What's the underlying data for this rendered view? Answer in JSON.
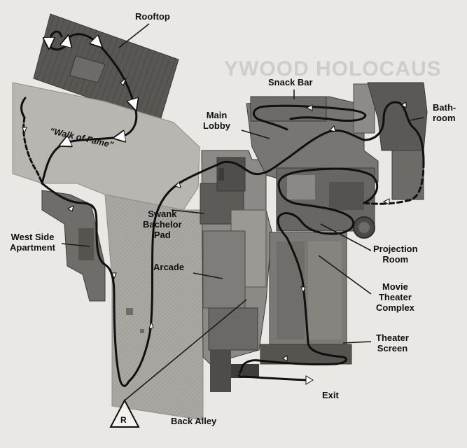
{
  "map": {
    "labels": {
      "rooftop": "Rooftop",
      "snack_bar": "Snack Bar",
      "bathroom": "Bath-\nroom",
      "main_lobby": "Main\nLobby",
      "walk_of_fame": "“Walk of Fame”",
      "swank_bachelor_pad": "Swank\nBachelor\nPad",
      "west_side_apartment": "West Side\nApartment",
      "arcade": "Arcade",
      "projection_room": "Projection\nRoom",
      "movie_theater_complex": "Movie\nTheater\nComplex",
      "theater_screen": "Theater\nScreen",
      "exit": "Exit",
      "back_alley": "Back Alley",
      "start_marker": "R"
    },
    "background_heading": "YWOOD HOLOCAUS",
    "colors": {
      "page": "#e9e8e4",
      "wall_dark": "#4e4d4b",
      "floor_mid": "#807f7c",
      "floor_light": "#b9b8b3",
      "route": "#101010",
      "leader_line": "#1a1a1a"
    }
  }
}
